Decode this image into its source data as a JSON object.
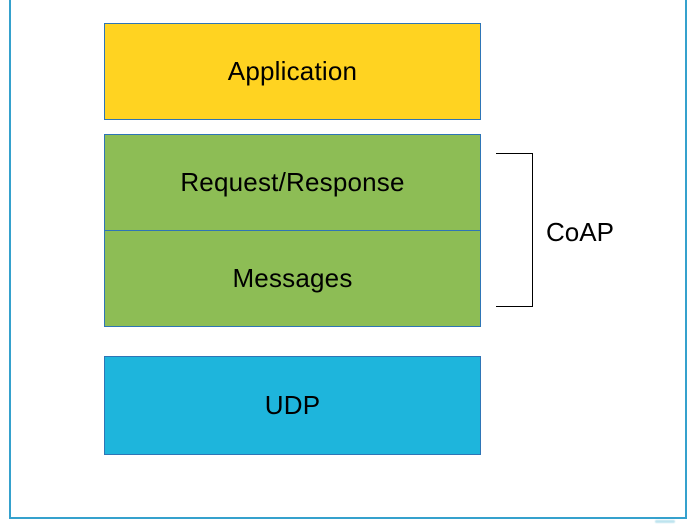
{
  "colors": {
    "page_border": "#35a1cd",
    "box_border": "#2e75b6",
    "application_fill": "#ffd321",
    "coap_fill": "#8dbd55",
    "udp_fill": "#1eb5dc",
    "bracket": "#000000",
    "text": "#000000"
  },
  "stack": {
    "application_label": "Application",
    "request_response_label": "Request/Response",
    "messages_label": "Messages",
    "udp_label": "UDP",
    "bracket_label": "CoAP"
  }
}
